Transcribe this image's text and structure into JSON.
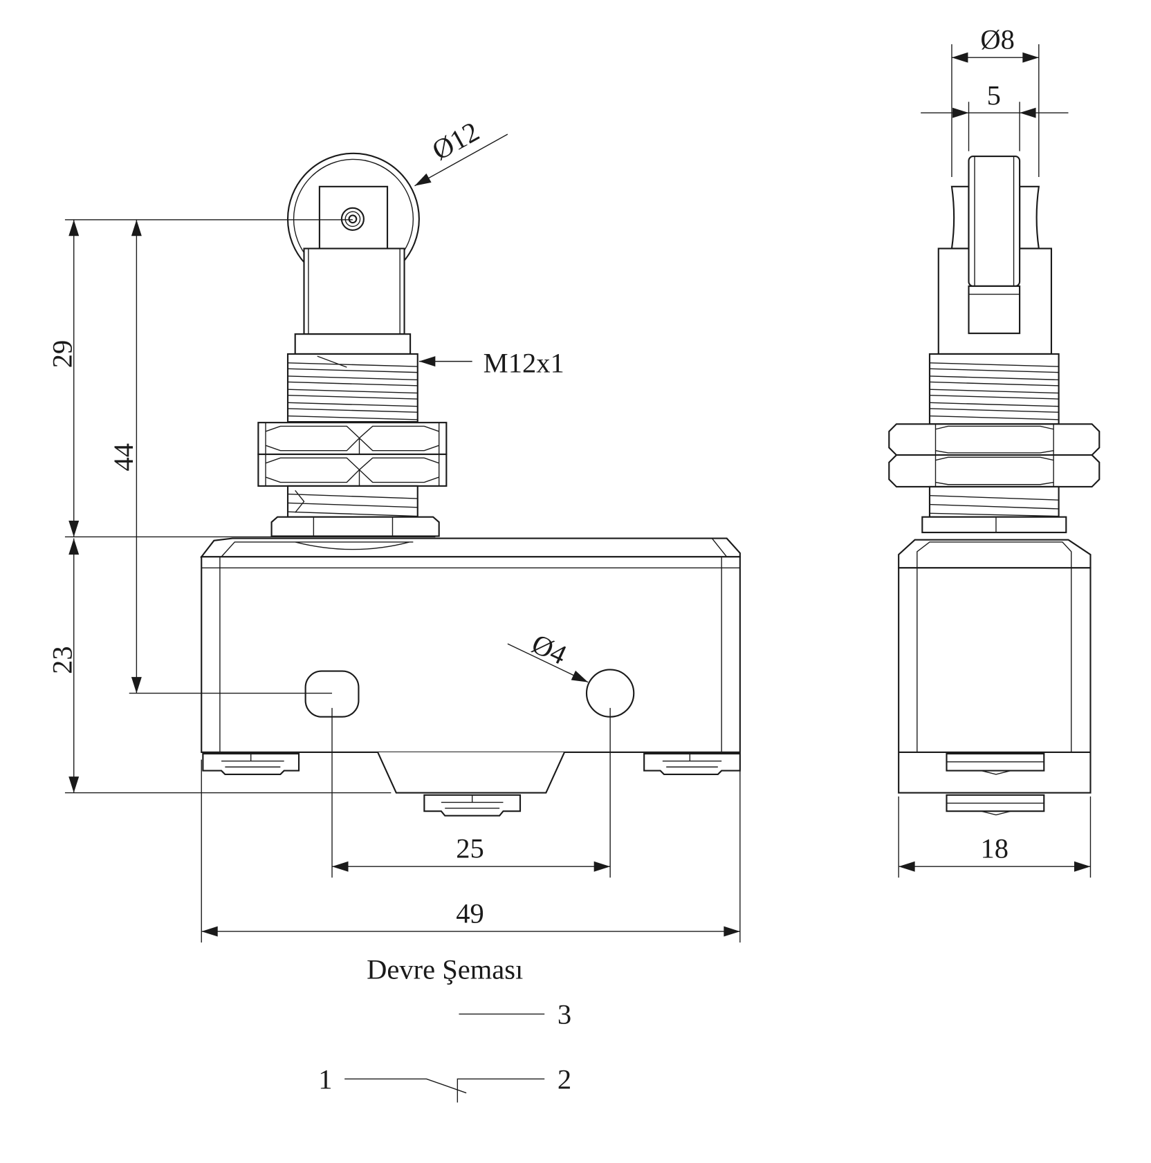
{
  "drawing": {
    "front_view": {
      "dim_actuator_height": "29",
      "dim_body_height": "23",
      "dim_hole_to_roller": "44",
      "dim_hole_spacing": "25",
      "dim_body_width": "49",
      "roller_diameter": "Ø12",
      "hole_diameter": "Ø4",
      "thread": "M12x1"
    },
    "side_view": {
      "roller_outer_diameter": "Ø8",
      "roller_width": "5",
      "body_depth": "18"
    },
    "circuit": {
      "title": "Devre Şeması",
      "terminal_common": "1",
      "terminal_nc": "2",
      "terminal_no": "3"
    }
  }
}
